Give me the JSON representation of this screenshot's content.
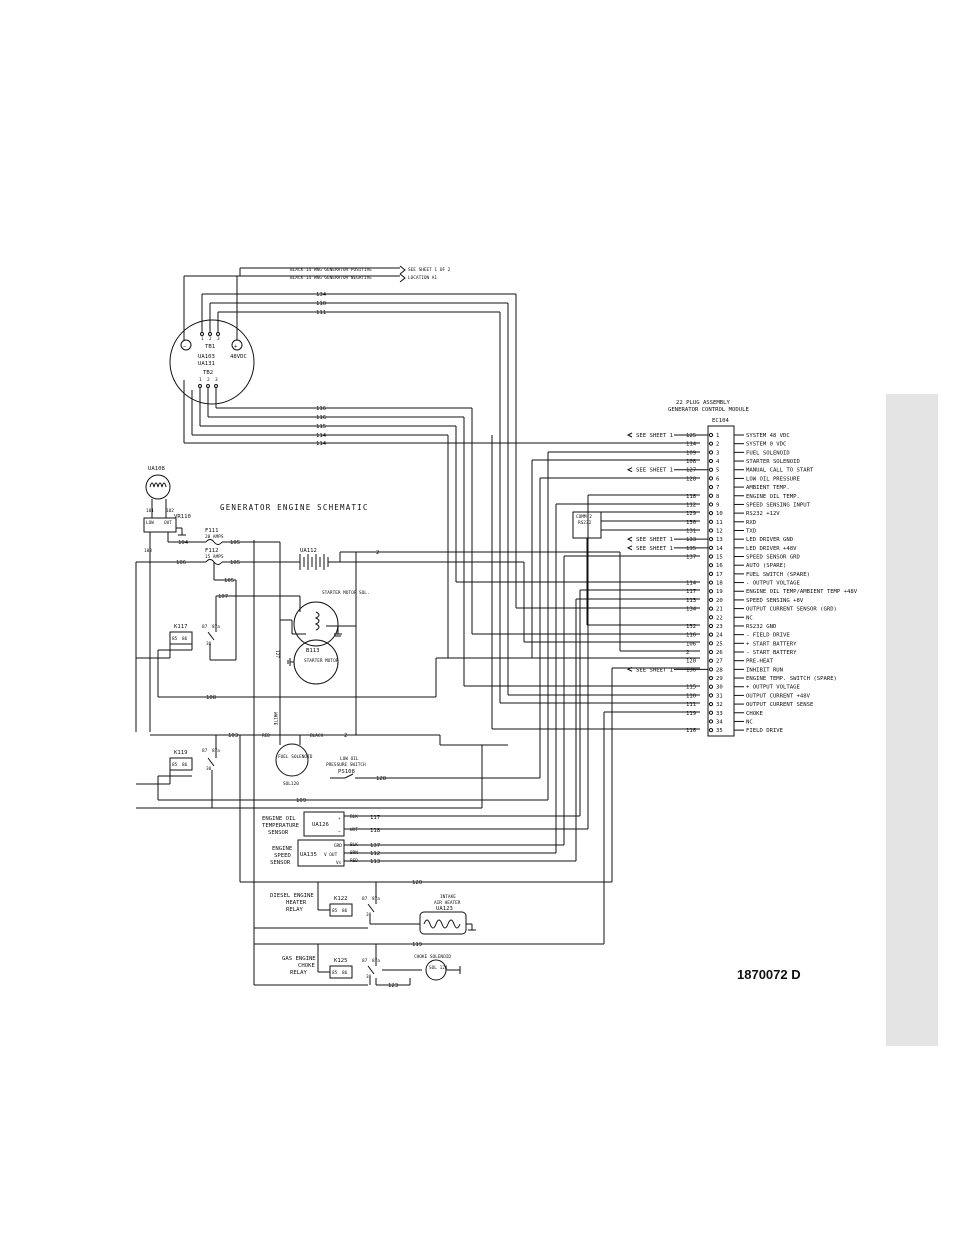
{
  "drawing_number": "1870072 D",
  "schematic_title": "GENERATOR ENGINE SCHEMATIC",
  "plug": {
    "title1": "22 PLUG ASSEMBLY",
    "title2": "GENERATOR CONTROL MODULE",
    "ref": "EC104",
    "rows": [
      {
        "pin": "1",
        "wire": "125",
        "func": "SYSTEM 48 VDC",
        "sheet": "SEE SHEET 1"
      },
      {
        "pin": "2",
        "wire": "114",
        "func": "SYSTEM 0 VDC",
        "sheet": ""
      },
      {
        "pin": "3",
        "wire": "109",
        "func": "FUEL SOLENOID",
        "sheet": ""
      },
      {
        "pin": "4",
        "wire": "108",
        "func": "STARTER SOLENOID",
        "sheet": ""
      },
      {
        "pin": "5",
        "wire": "127",
        "func": "MANUAL CALL TO START",
        "sheet": "SEE SHEET 1"
      },
      {
        "pin": "6",
        "wire": "128",
        "func": "LOW OIL PRESSURE",
        "sheet": ""
      },
      {
        "pin": "7",
        "wire": "",
        "func": "AMBIENT TEMP.",
        "sheet": ""
      },
      {
        "pin": "8",
        "wire": "118",
        "func": "ENGINE OIL TEMP.",
        "sheet": ""
      },
      {
        "pin": "9",
        "wire": "112",
        "func": "SPEED SENSING INPUT",
        "sheet": ""
      },
      {
        "pin": "10",
        "wire": "129",
        "func": "RS232 +12V",
        "sheet": ""
      },
      {
        "pin": "11",
        "wire": "130",
        "func": "RXD",
        "sheet": ""
      },
      {
        "pin": "12",
        "wire": "131",
        "func": "TXD",
        "sheet": ""
      },
      {
        "pin": "13",
        "wire": "133",
        "func": "LED DRIVER GND",
        "sheet": "SEE SHEET 1"
      },
      {
        "pin": "14",
        "wire": "135",
        "func": "LED DRIVER +48V",
        "sheet": "SEE SHEET 1"
      },
      {
        "pin": "15",
        "wire": "137",
        "func": "SPEED SENSOR GRD",
        "sheet": ""
      },
      {
        "pin": "16",
        "wire": "",
        "func": "AUTO (SPARE)",
        "sheet": ""
      },
      {
        "pin": "17",
        "wire": "",
        "func": "FUEL SWITCH (SPARE)",
        "sheet": ""
      },
      {
        "pin": "18",
        "wire": "114",
        "func": "- OUTPUT VOLTAGE",
        "sheet": ""
      },
      {
        "pin": "19",
        "wire": "117",
        "func": "ENGINE OIL TEMP/AMBIENT TEMP +48V",
        "sheet": ""
      },
      {
        "pin": "20",
        "wire": "113",
        "func": "SPEED SENSING +8V",
        "sheet": ""
      },
      {
        "pin": "21",
        "wire": "134",
        "func": "OUTPUT CURRENT SENSOR (GRD)",
        "sheet": ""
      },
      {
        "pin": "22",
        "wire": "",
        "func": "NC",
        "sheet": ""
      },
      {
        "pin": "23",
        "wire": "132",
        "func": "RS232 GND",
        "sheet": ""
      },
      {
        "pin": "24",
        "wire": "116",
        "func": "- FIELD DRIVE",
        "sheet": ""
      },
      {
        "pin": "25",
        "wire": "106",
        "func": "+ START BATTERY",
        "sheet": ""
      },
      {
        "pin": "26",
        "wire": "2",
        "func": "- START BATTERY",
        "sheet": ""
      },
      {
        "pin": "27",
        "wire": "120",
        "func": "PRE-HEAT",
        "sheet": ""
      },
      {
        "pin": "28",
        "wire": "136",
        "func": "INHIBIT RUN",
        "sheet": "SEE SHEET 1"
      },
      {
        "pin": "29",
        "wire": "",
        "func": "ENGINE TEMP. SWITCH (SPARE)",
        "sheet": ""
      },
      {
        "pin": "30",
        "wire": "115",
        "func": "+ OUTPUT VOLTAGE",
        "sheet": ""
      },
      {
        "pin": "31",
        "wire": "110",
        "func": "OUTPUT CURRENT +48V",
        "sheet": ""
      },
      {
        "pin": "32",
        "wire": "111",
        "func": "OUTPUT CURRENT SENSE",
        "sheet": ""
      },
      {
        "pin": "33",
        "wire": "119",
        "func": "CHOKE",
        "sheet": ""
      },
      {
        "pin": "34",
        "wire": "",
        "func": "NC",
        "sheet": ""
      },
      {
        "pin": "35",
        "wire": "116",
        "func": "FIELD DRIVE",
        "sheet": ""
      }
    ]
  },
  "labels": {
    "cable_positive": "BLACK 14 AWG GENERATOR POSITIVE",
    "cable_negative": "BLACK 14 AWG GENERATOR NEGATIVE",
    "see_sheet_1": "SEE SHEET 1 OF 2",
    "location": "LOCATION A1",
    "tb1": "TB1",
    "tb2": "TB2",
    "ua103": "UA103",
    "ua131": "UA131",
    "v48": "48VDC",
    "tb_minus": "−",
    "tb_plus": "+",
    "tb1_p1": "1",
    "tb1_p2": "2",
    "tb1_p3": "3",
    "tb2_p1": "1",
    "tb2_p2": "2",
    "tb2_p3": "3",
    "w134": "134",
    "w110": "110",
    "w111": "111",
    "w116": "116",
    "w115": "115",
    "w114a": "114",
    "w114b": "114",
    "ua108": "UA108",
    "vr110": "VR110",
    "vr_low": "LOW",
    "vr_out": "OUT",
    "w101": "101",
    "w102": "102",
    "w103": "103",
    "w104": "104",
    "w105": "105",
    "w105b": "105",
    "w106": "106",
    "w107": "107",
    "w108": "108",
    "w109": "109",
    "f111": "F111",
    "f111_rating": "20 AMPS",
    "f112": "F112",
    "f112_rating": "15 AMPS",
    "ua112": "UA112",
    "w2a": "2",
    "w2b": "2",
    "starter_sol": "STARTER MOTOR SOL.",
    "b113": "B113",
    "starter_motor": "STARTER MOTOR",
    "k117": "K117",
    "k119": "K119",
    "k122": "K122",
    "k125": "K125",
    "coil_85": "85",
    "coil_86": "86",
    "c87": "87",
    "c87a": "87a",
    "c30": "30",
    "w127": "127",
    "white": "WHITE",
    "red": "RED",
    "black": "BLACK",
    "fuel_solenoid": "FUEL SOLENOID",
    "sol_ref": "SOL120",
    "low_oil": "LOW OIL",
    "pressure_switch": "PRESSURE SWITCH",
    "ps108": "PS108",
    "w128": "128",
    "eot_1": "ENGINE OIL",
    "eot_2": "TEMPERATURE",
    "eot_3": "SENSOR",
    "ua126": "UA126",
    "blk117": "BLK",
    "wht118": "WHT",
    "w117": "117",
    "w118": "118",
    "ess_1": "ENGINE",
    "ess_2": "SPEED",
    "ess_3": "SENSOR",
    "ua135": "UA135",
    "v_out": "V OUT",
    "grd": "GRD",
    "vs": "Vs",
    "blk137": "BLK",
    "brn112": "BRN",
    "red113": "RED",
    "w137": "137",
    "w112": "112",
    "w113": "113",
    "w120": "120",
    "w119": "119",
    "w123": "123",
    "deh_1": "DIESEL ENGINE",
    "deh_2": "HEATER",
    "deh_3": "RELAY",
    "intake_1": "INTAKE",
    "intake_2": "AIR HEATER",
    "ua123": "UA123",
    "gec_1": "GAS ENGINE",
    "gec_2": "CHOKE",
    "gec_3": "RELAY",
    "choke_sol": "CHOKE SOLENOID",
    "sol124": "SOL 124",
    "comm": "COMM-2",
    "rs232": "RS232"
  }
}
